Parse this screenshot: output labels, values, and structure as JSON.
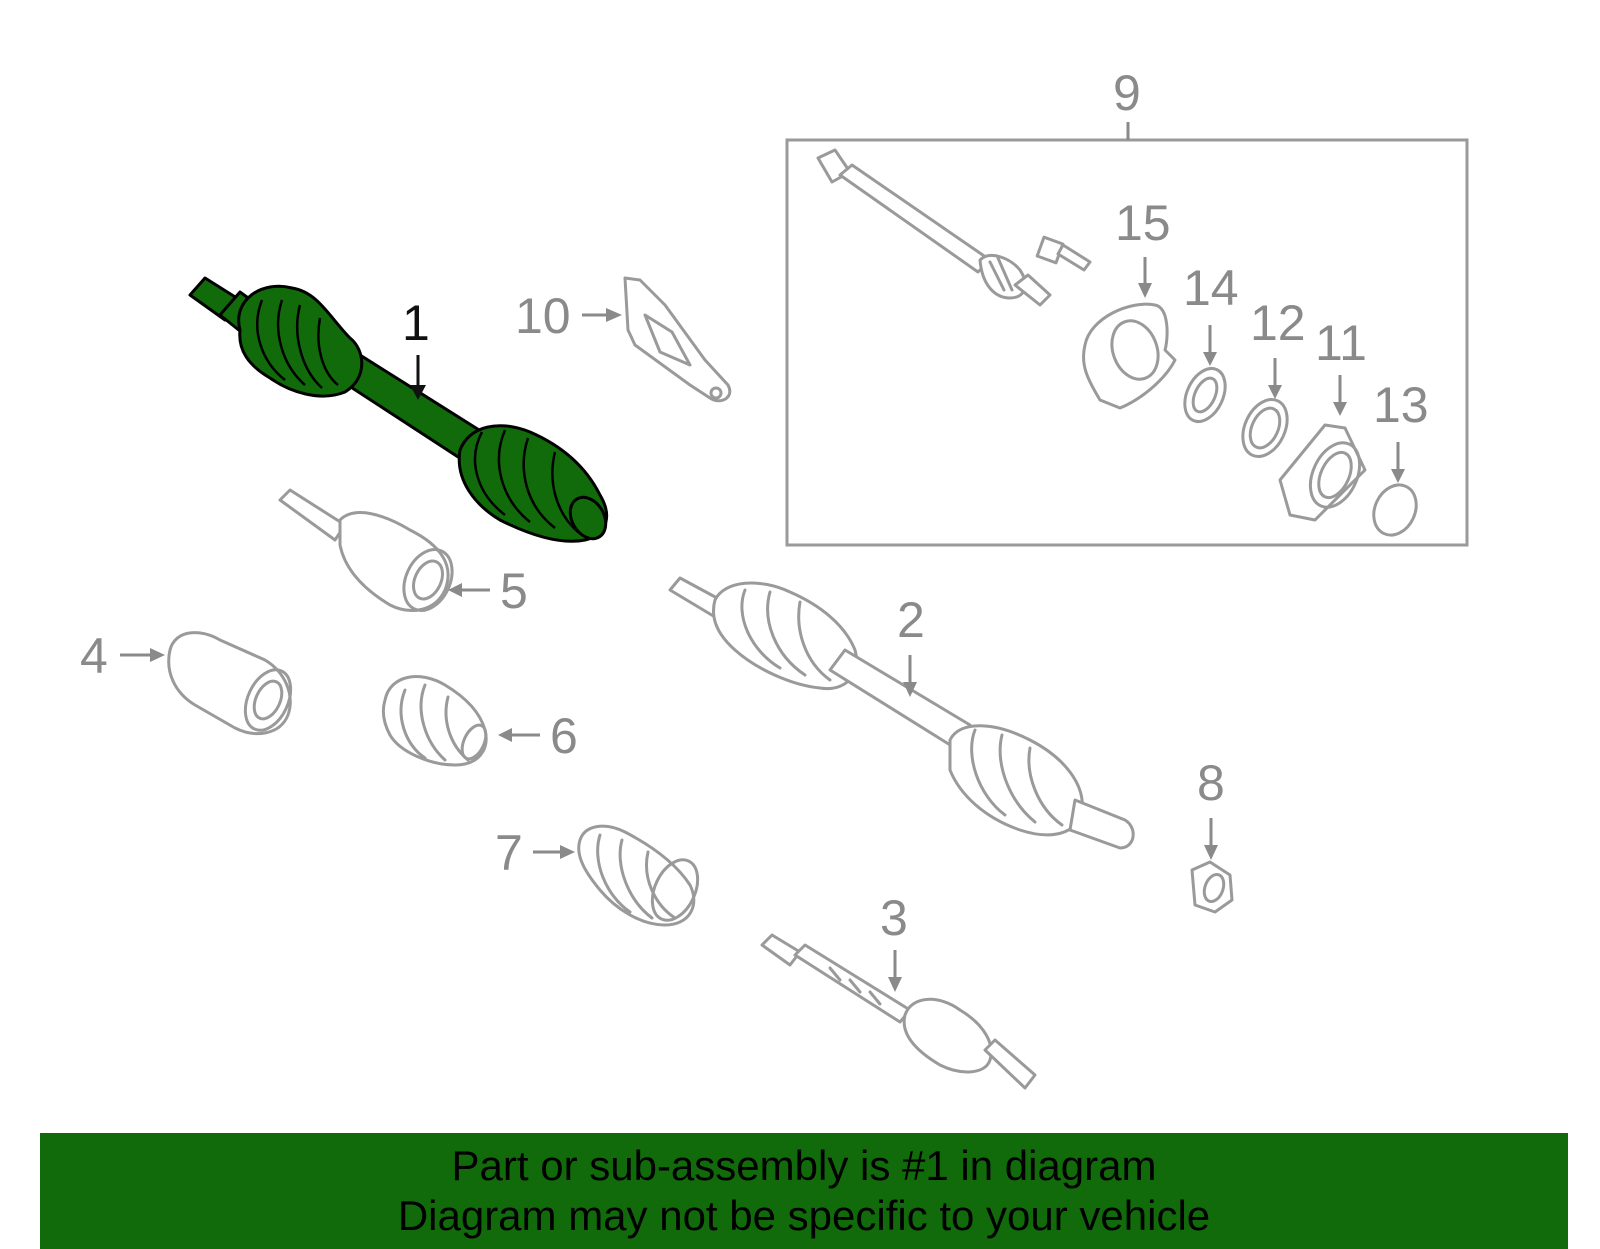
{
  "colors": {
    "highlight_part": "#116b0b",
    "banner_background": "#116b0b",
    "line_gray": "#9a9a9a",
    "callout_gray": "#8a8a8a"
  },
  "callouts": {
    "c1": "1",
    "c2": "2",
    "c3": "3",
    "c4": "4",
    "c5": "5",
    "c6": "6",
    "c7": "7",
    "c8": "8",
    "c9": "9",
    "c10": "10",
    "c11": "11",
    "c12": "12",
    "c13": "13",
    "c14": "14",
    "c15": "15"
  },
  "banner": {
    "line1": "Part or sub-assembly is #1 in diagram",
    "line2": "Diagram may not be specific to your vehicle"
  }
}
